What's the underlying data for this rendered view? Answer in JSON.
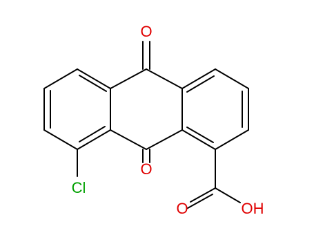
{
  "molecule": {
    "atoms": {
      "o_top": "O",
      "o_bottom": "O",
      "cl": "Cl",
      "o_carbonyl": "O",
      "oh": "OH"
    },
    "colors": {
      "bond": "#000000",
      "oxygen": "#e00000",
      "chlorine": "#00a000"
    }
  }
}
